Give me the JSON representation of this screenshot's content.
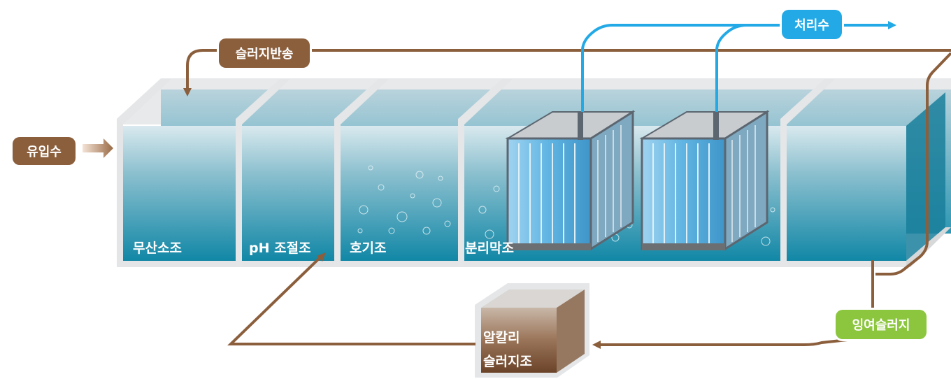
{
  "labels": {
    "inflow": "유입수",
    "sludge_return": "슬러지반송",
    "treated_water": "처리수",
    "excess_sludge": "잉여슬러지",
    "alkali_line1": "알칼리",
    "alkali_line2": "슬러지조"
  },
  "tanks": [
    {
      "label": "무산소조"
    },
    {
      "label": "pH 조절조"
    },
    {
      "label": "호기조"
    },
    {
      "label": "분리막조"
    },
    {
      "label": ""
    }
  ],
  "colors": {
    "pipe_brown": "#8b5e3c",
    "pipe_blue": "#22a9e6",
    "badge_green": "#8cc63f",
    "water_dark": "#1489a8",
    "water_light": "#cfe4ea",
    "tank_wall": "#e2e4e6",
    "sludge": "#6d4a2f"
  },
  "icons": [
    "arrow-right-icon",
    "arrow-down-icon",
    "arrow-left-icon",
    "membrane-module-icon",
    "air-bubbles-icon"
  ]
}
